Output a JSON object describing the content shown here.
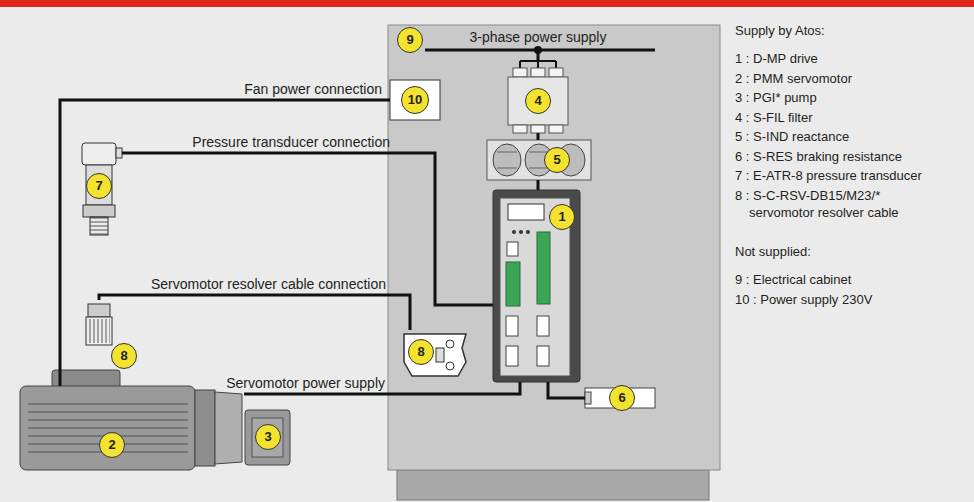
{
  "diagram": {
    "nodes": [
      {
        "text": [
          "9"
        ]
      },
      {
        "text": [
          "4"
        ],
        "in": 0
      },
      {
        "text": [
          "10"
        ],
        "in": 0
      },
      {
        "text": [
          "5"
        ],
        "in": 0
      },
      {
        "text": [
          "1"
        ],
        "in": 0
      },
      {
        "text": [
          "8"
        ],
        "in": 0
      },
      {
        "text": [
          "6"
        ],
        "in": 0
      },
      {
        "text": [
          "7"
        ]
      },
      {
        "text": [
          "8"
        ]
      },
      {
        "text": [
          "2"
        ]
      },
      {
        "text": [
          "3"
        ]
      }
    ],
    "edges": [
      {
        "from": 2,
        "to": 9,
        "label": "Fan power connection",
        "arrow": "none"
      },
      {
        "from": 7,
        "to": 4,
        "label": "Pressure transducer connection",
        "arrow": "none"
      },
      {
        "from": 8,
        "to": 5,
        "label": "Servomotor resolver cable connection",
        "arrow": "none"
      },
      {
        "from": 4,
        "to": 9,
        "label": "Servomotor power supply",
        "arrow": "none"
      },
      {
        "from": 4,
        "to": 6,
        "arrow": "none"
      },
      {
        "from": 1,
        "to": 3,
        "arrow": "none"
      },
      {
        "from": 3,
        "to": 4,
        "arrow": "none"
      }
    ],
    "labels": [
      "3-phase power supply",
      "Supply by Atos:",
      "1 : D-MP drive",
      "2 : PMM servomotor",
      "3 : PGI* pump",
      "4 : S-FIL filter",
      "5 : S-IND reactance",
      "6 : S-RES braking resistance",
      "7 : E-ATR-8 pressure transducer",
      "8 : S-C-RSV-DB15/M23/* servomotor resolver cable",
      "Not supplied:",
      "9 : Electrical cabinet",
      "10 : Power supply 230V"
    ]
  }
}
